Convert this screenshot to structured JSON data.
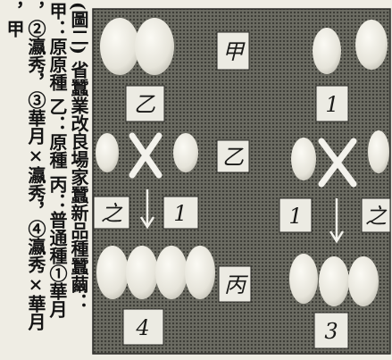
{
  "caption_columns": [
    "(圖二) 省蠶業改良場家蠶新品種蠶繭：",
    "甲：原原種 乙：原種 丙：普通種①華月",
    "，②瀛秀，③華月×瀛秀，④瀛秀×華月",
    "，甲"
  ],
  "photo": {
    "row_labels": [
      "甲",
      "乙",
      "丙"
    ],
    "top_row": {
      "left_label": "乙",
      "right_label": "1"
    },
    "middle_row": {
      "left_labels": [
        "之",
        "1"
      ],
      "right_labels": [
        "1",
        "之"
      ],
      "cross_symbol": "×"
    },
    "bottom_row": {
      "left_label": "4",
      "right_label": "3"
    }
  },
  "colors": {
    "paper": "#efede4",
    "ink": "#141414",
    "photo_bg": "#5d5d55",
    "cocoon": "#ecebe3"
  }
}
